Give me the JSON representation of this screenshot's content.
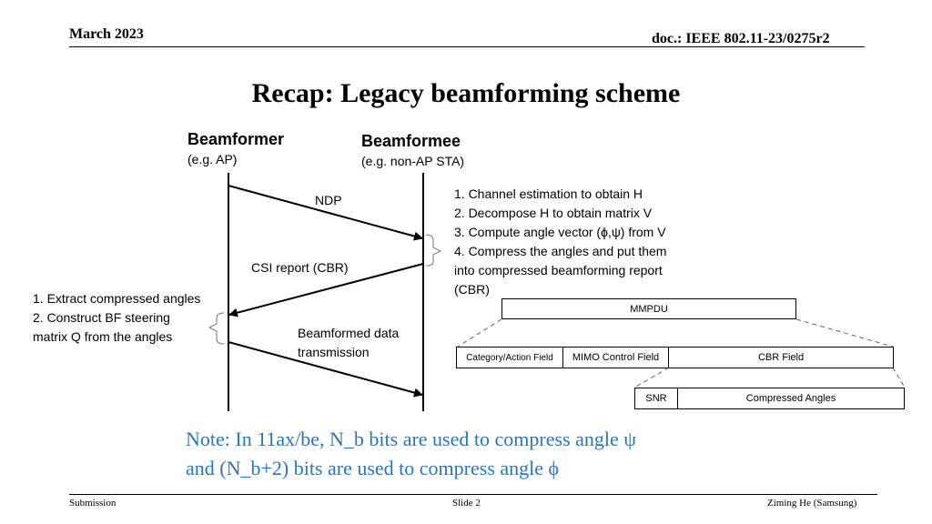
{
  "header": {
    "date": "March 2023",
    "doc": "doc.: IEEE 802.11-23/0275r2"
  },
  "title": "Recap: Legacy beamforming scheme",
  "diagram": {
    "beamformer": {
      "name": "Beamformer",
      "sub": "(e.g. AP)"
    },
    "beamformee": {
      "name": "Beamformee",
      "sub": "(e.g. non-AP STA)"
    },
    "messages": {
      "ndp": "NDP",
      "csi": "CSI report (CBR)",
      "bf_line1": "Beamformed data",
      "bf_line2": "transmission"
    },
    "beamformee_steps": [
      "1. Channel estimation to obtain H",
      "2. Decompose H to obtain matrix V",
      "3. Compute angle vector (ϕ,ψ) from V",
      "4. Compress the angles and put them",
      "into compressed beamforming report",
      "(CBR)"
    ],
    "beamformer_steps": [
      "1. Extract compressed angles",
      "2. Construct BF steering",
      "matrix Q from the angles"
    ]
  },
  "frame": {
    "mmpdu": "MMPDU",
    "category": "Category/Action Field",
    "mimo": "MIMO Control Field",
    "cbr": "CBR Field",
    "snr": "SNR",
    "angles": "Compressed Angles"
  },
  "note": {
    "line1": "Note: In 11ax/be, N_b bits are used to compress angle ψ",
    "line2": "and (N_b+2) bits are used to compress angle ϕ"
  },
  "footer": {
    "left": "Submission",
    "center": "Slide 2",
    "right": "Ziming He (Samsung)"
  },
  "colors": {
    "note": "#2E75B6"
  }
}
